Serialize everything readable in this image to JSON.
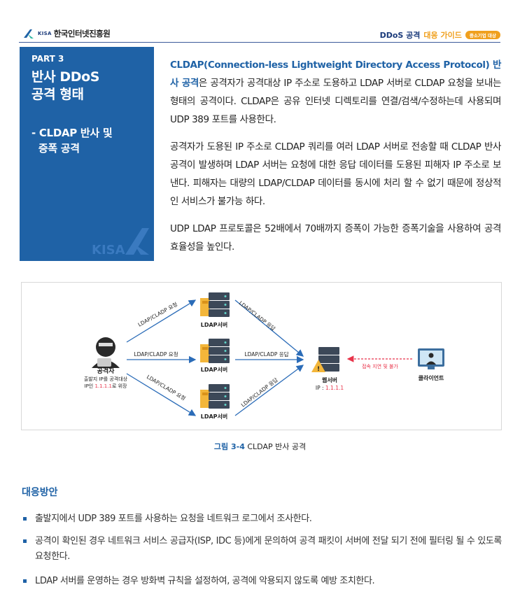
{
  "header": {
    "logo_small": "KISA",
    "org_name": "한국인터넷진흥원",
    "guide_part1": "DDoS 공격",
    "guide_part2": "대응 가이드",
    "badge": "중소기업 대상"
  },
  "sidebar_box": {
    "part": "PART 3",
    "title": "반사 DDoS\n공격 형태",
    "subtitle": "- CLDAP 반사 및\n  증폭 공격",
    "watermark": "KISA"
  },
  "intro": {
    "p1_highlight": "CLDAP(Connection-less Lightweight Directory Access Protocol) 반사 공격",
    "p1_rest": "은 공격자가 공격대상 IP 주소로 도용하고 LDAP 서버로 CLDAP 요청을 보내는 형태의 공격이다. CLDAP은 공유 인터넷 디렉토리를 연결/검색/수정하는데 사용되며 UDP 389 포트를 사용한다.",
    "p2": "공격자가 도용된 IP 주소로 CLDAP 쿼리를 여러 LDAP 서버로 전송할 때 CLDAP 반사 공격이 발생하며 LDAP 서버는 요청에 대한 응답 데이터를 도용된 피해자 IP 주소로 보낸다. 피해자는 대량의 LDAP/CLDAP 데이터를 동시에 처리 할 수 없기 때문에  정상적인 서비스가 불가능 하다.",
    "p3": "UDP LDAP 프로토콜은 52배에서 70배까지 증폭이 가능한 증폭기술을 사용하여 공격 효율성을 높인다."
  },
  "diagram": {
    "attacker_label": "공격자",
    "attacker_desc1": "출발지 IP를 공격대상",
    "attacker_desc2_pre": "IP인 ",
    "attacker_ip": "1.1.1.1",
    "attacker_desc2_post": "로 위장",
    "server_label": "LDAP서버",
    "request_label": "LDAP/CLADP 요청",
    "response_label": "LDAP/CLADP 응답",
    "web_label": "웹서버",
    "web_ip_label": "IP : ",
    "web_ip": "1.1.1.1",
    "blocked_label": "접속 지연 및 불가",
    "client_label": "클라이언트"
  },
  "caption": {
    "num": "그림 3-4",
    "text": " CLDAP 반사 공격"
  },
  "countermeasures": {
    "title": "대응방안",
    "items": [
      "출발지에서 UDP 389 포트를 사용하는 요청을 네트워크 로그에서 조사한다.",
      "공격이 확인된 경우 네트워크 서비스 공급자(ISP, IDC 등)에게 문의하여 공격 패킷이 서버에 전달 되기 전에 필터링 될 수 있도록 요청한다.",
      "LDAP 서버를 운영하는 경우 방화벽 규칙을 설정하여, 공격에 악용되지 않도록 예방 조치한다."
    ]
  },
  "colors": {
    "brand_blue": "#1f62a6",
    "accent_orange": "#f0a01e",
    "arrow_blue": "#2b6cb8",
    "alert_red": "#e8334a"
  }
}
